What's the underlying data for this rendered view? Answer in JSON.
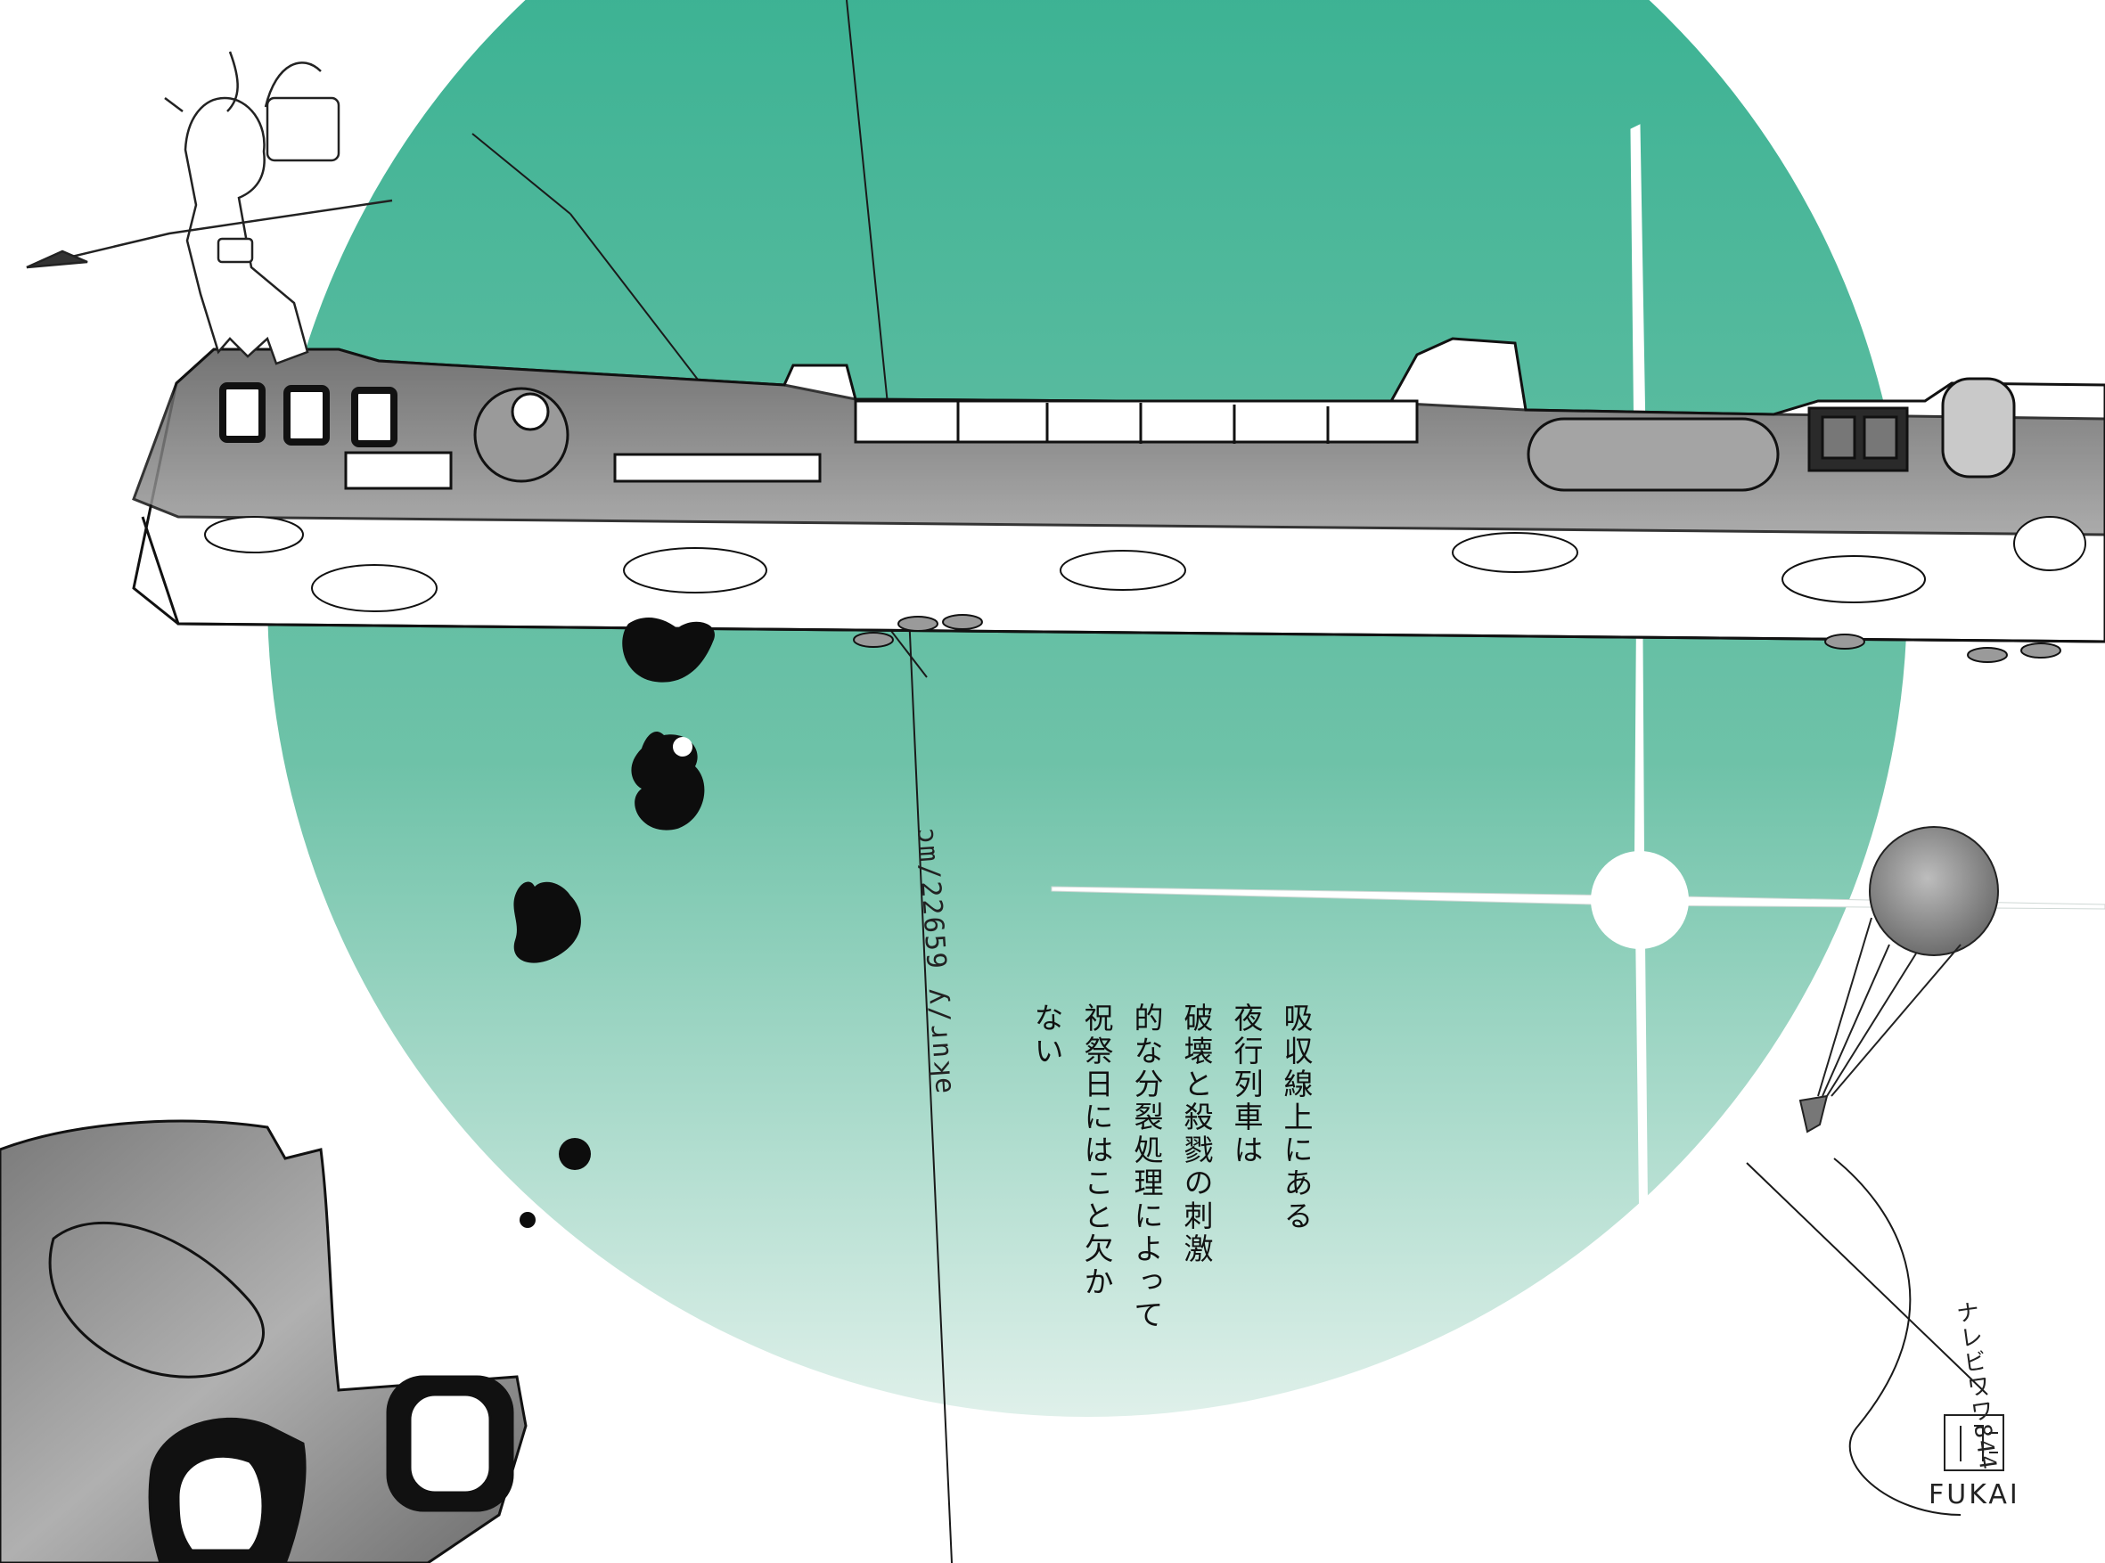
{
  "poem": {
    "lines": [
      "吸収線上にある",
      "夜行列車は",
      "破壊と殺戮の刺激",
      "的な分裂処理によって",
      "祝祭日にはこと欠か",
      "ない"
    ]
  },
  "signature": "FUKAI",
  "margin_notes": {
    "center": "ɔm/22659 ʎ/ɹnʞe",
    "right": "ナレビワワ844"
  },
  "colors": {
    "circle_top": "#2fae8e",
    "circle_bottom": "#d7ede6",
    "ink": "#111111",
    "wash": "#8a8a8a"
  }
}
